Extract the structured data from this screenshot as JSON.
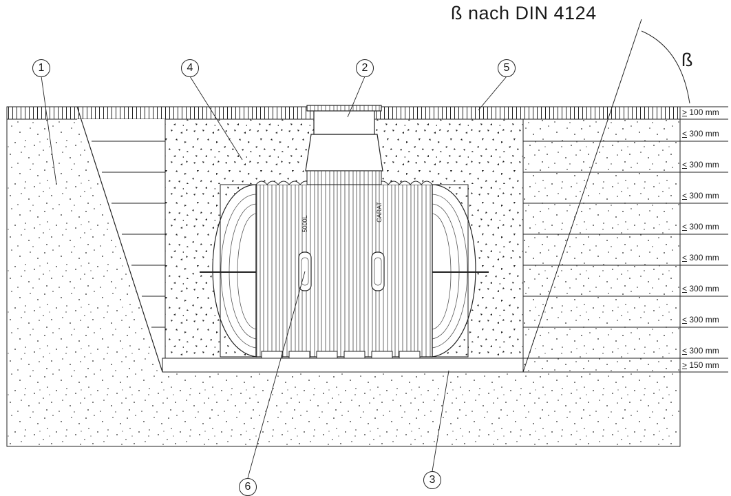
{
  "title": "ß nach DIN  4124",
  "beta_label": "ß",
  "callouts": [
    {
      "id": "1",
      "label": "1"
    },
    {
      "id": "2",
      "label": "2"
    },
    {
      "id": "3",
      "label": "3"
    },
    {
      "id": "4",
      "label": "4"
    },
    {
      "id": "5",
      "label": "5"
    },
    {
      "id": "6",
      "label": "6"
    }
  ],
  "dimensions": [
    {
      "symbol": ">",
      "value": "100 mm"
    },
    {
      "symbol": "<",
      "value": "300 mm"
    },
    {
      "symbol": "<",
      "value": "300 mm"
    },
    {
      "symbol": "<",
      "value": "300 mm"
    },
    {
      "symbol": "<",
      "value": "300 mm"
    },
    {
      "symbol": "<",
      "value": "300 mm"
    },
    {
      "symbol": "<",
      "value": "300 mm"
    },
    {
      "symbol": "<",
      "value": "300 mm"
    },
    {
      "symbol": "<",
      "value": "300 mm"
    },
    {
      "symbol": ">",
      "value": "150 mm"
    }
  ],
  "tank_labels": {
    "left": "5000L",
    "right": "CARAT"
  }
}
